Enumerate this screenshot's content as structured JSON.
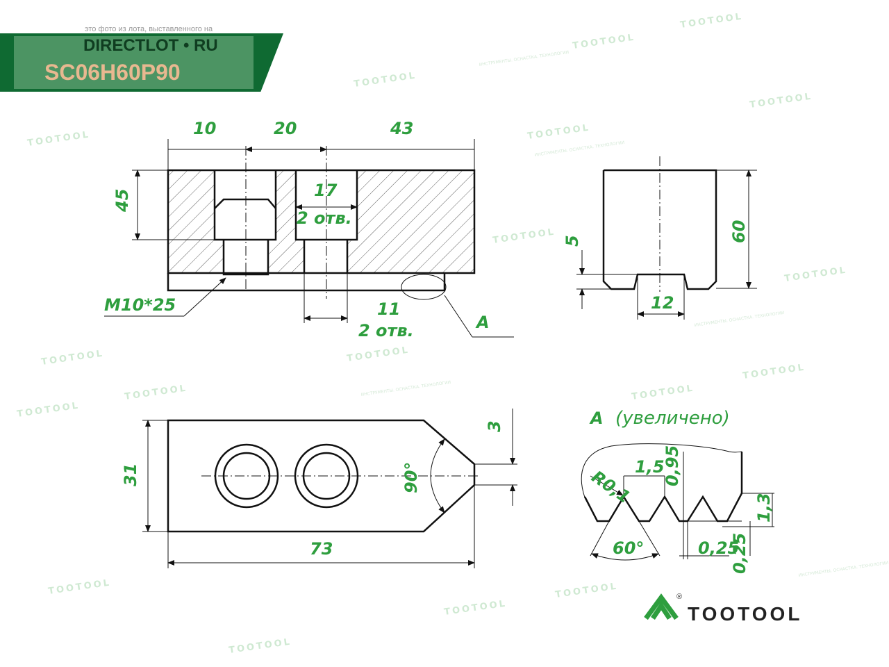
{
  "banner": {
    "note": "это фото из лота, выставленного на",
    "site": "DIRECTLOT • RU",
    "code": "SC06H60P90"
  },
  "watermark": {
    "brand": "TOOTOOL",
    "tagline": "ИНСТРУМЕНТЫ. ОСНАСТКА. ТЕХНОЛОГИИ"
  },
  "front_view": {
    "d1": "10",
    "d2": "20",
    "d3": "43",
    "height": "45",
    "hole_d": "17",
    "hole_count": "2 отв.",
    "thread": "M10*25",
    "hole_small": "11",
    "hole_small_count": "2 отв.",
    "detail": "A"
  },
  "side_view": {
    "height": "60",
    "tooth": "5",
    "slot": "12"
  },
  "top_view": {
    "width": "31",
    "length": "73",
    "angle": "90°",
    "tip": "3"
  },
  "detail_a": {
    "title_letter": "A",
    "title_note": "(увеличено)",
    "radius": "R0,1",
    "pitch": "1,5",
    "depth": "0,95",
    "height": "1,3",
    "angle": "60°",
    "flat1": "0,25",
    "flat2": "0,25"
  },
  "logo": {
    "brand": "TOOTOOL",
    "registered": "®"
  },
  "colors": {
    "dimension": "#2e9e3e",
    "banner": "#0f6a32"
  }
}
